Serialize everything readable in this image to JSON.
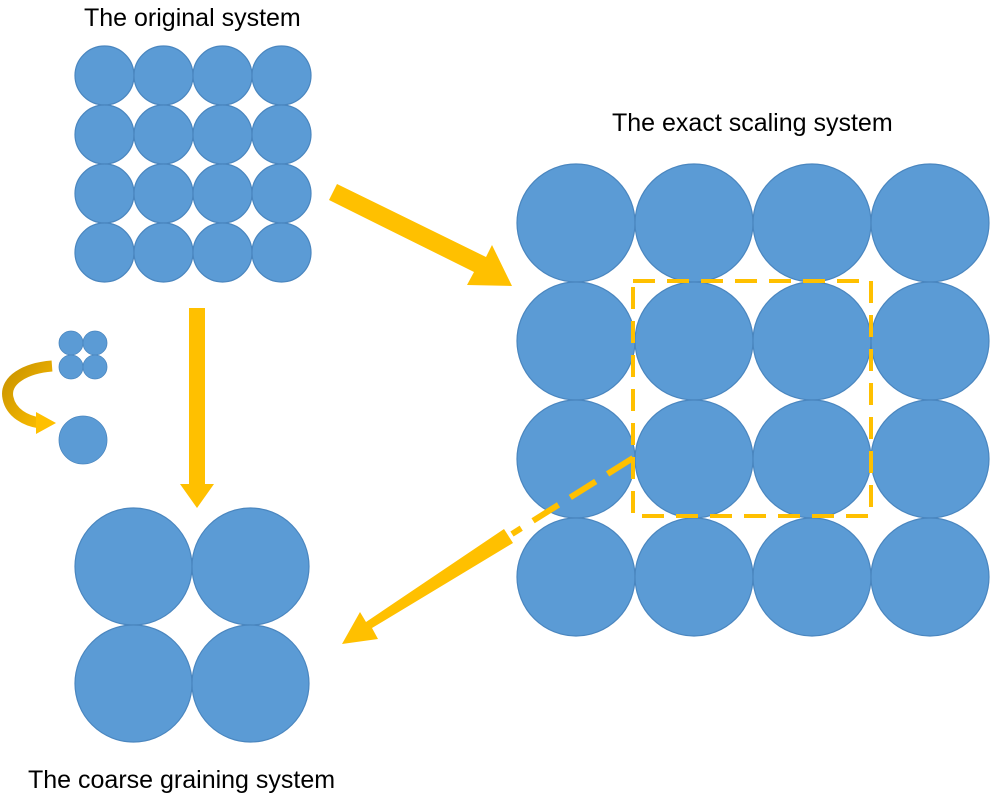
{
  "labels": {
    "original": "The original system",
    "exact": "The exact scaling system",
    "coarse": "The coarse graining system"
  },
  "colors": {
    "particle_fill": "#5b9bd5",
    "particle_stroke": "#4a86bf",
    "arrow": "#ffc000",
    "arrow_dark": "#d99a00",
    "background": "#ffffff"
  },
  "grids": {
    "original": {
      "rows": 4,
      "cols": 4
    },
    "exact": {
      "rows": 4,
      "cols": 4
    },
    "coarse": {
      "rows": 2,
      "cols": 2
    },
    "legend_small": {
      "rows": 2,
      "cols": 2
    },
    "legend_big": {
      "rows": 1,
      "cols": 1
    }
  }
}
